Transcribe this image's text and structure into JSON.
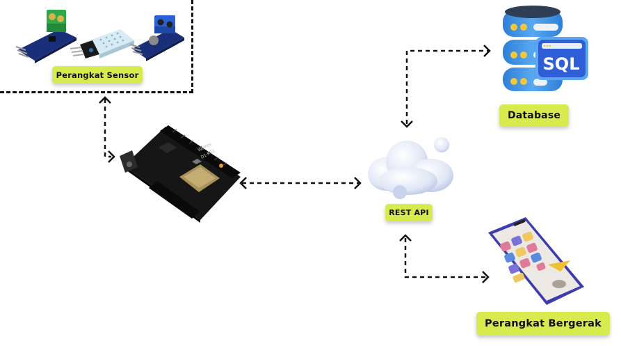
{
  "diagram": {
    "nodes": {
      "sensors": {
        "label": "Perangkat Sensor",
        "items": [
          "current-sensor-module",
          "temperature-humidity-sensor",
          "voltage-sensor-module"
        ]
      },
      "microcontroller": {
        "label": "",
        "board_text": [
          "WeMos",
          "D1 R32"
        ]
      },
      "api": {
        "label": "REST API"
      },
      "database": {
        "label": "Database",
        "badge": "SQL"
      },
      "mobile": {
        "label": "Perangkat Bergerak"
      }
    },
    "connections": [
      {
        "from": "sensors",
        "to": "microcontroller",
        "style": "dashed",
        "direction": "bidirectional"
      },
      {
        "from": "microcontroller",
        "to": "api",
        "style": "dashed",
        "direction": "bidirectional"
      },
      {
        "from": "api",
        "to": "database",
        "style": "dashed",
        "direction": "bidirectional"
      },
      {
        "from": "api",
        "to": "mobile",
        "style": "dashed",
        "direction": "bidirectional"
      }
    ],
    "colors": {
      "label_bg": "#d7ea4e",
      "label_text": "#111111",
      "connector": "#111111",
      "db_blue": "#3a8ee6",
      "sql_panel": "#2f5fd8",
      "board": "#141414",
      "cloud": "#dfe6f5",
      "phone_frame": "#3c3cae"
    }
  }
}
